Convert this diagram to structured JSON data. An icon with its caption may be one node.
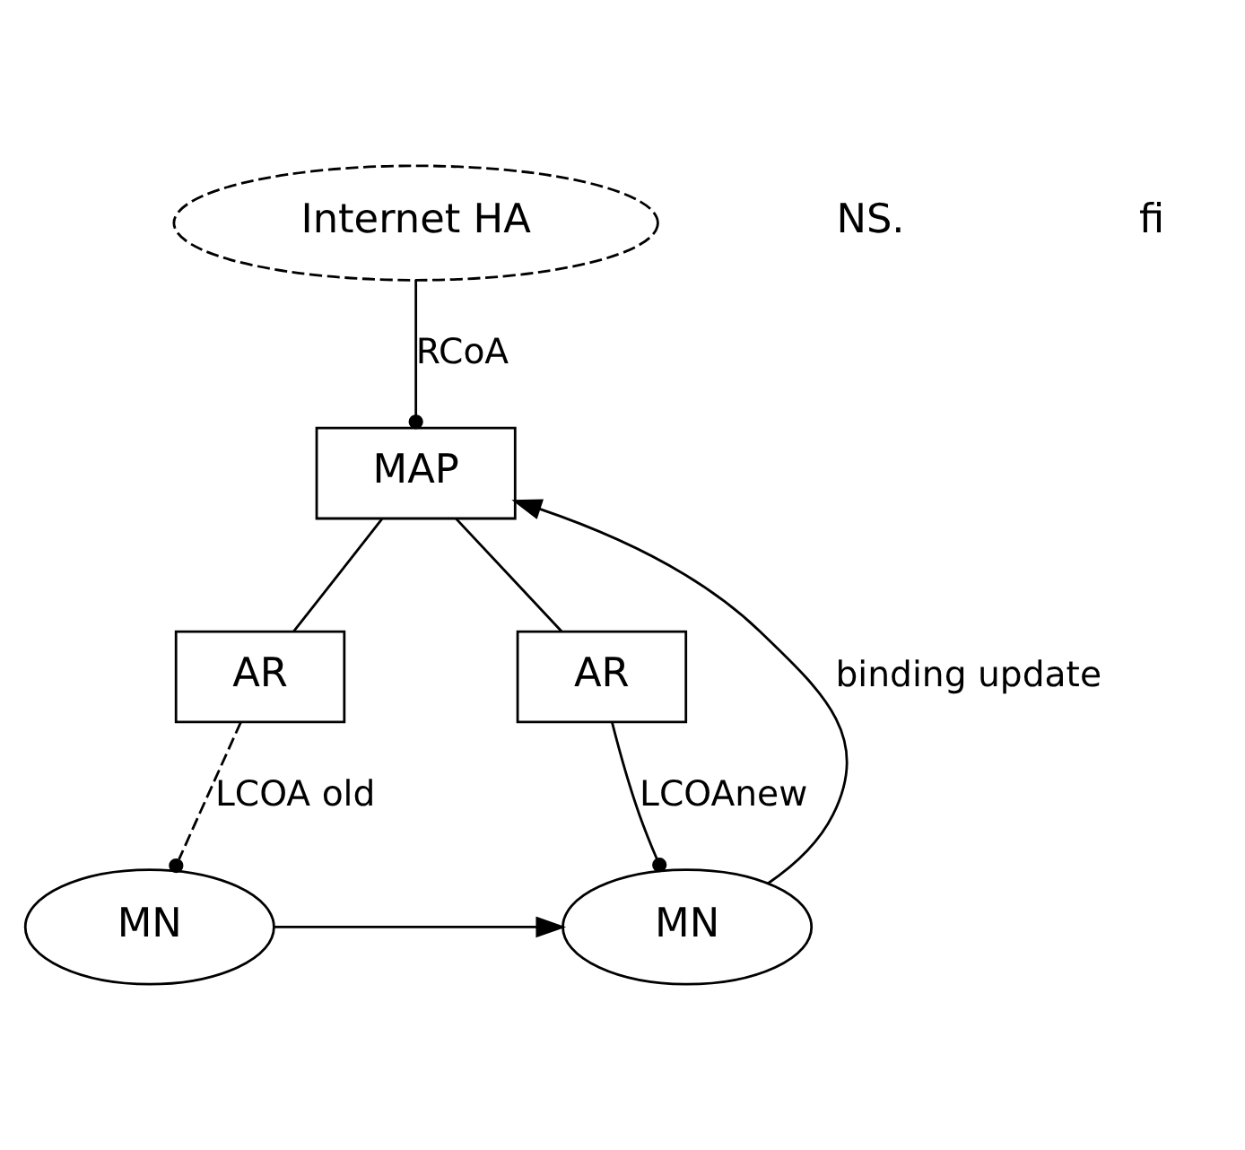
{
  "diagram": {
    "nodes": [
      {
        "text": [
          "Internet HA"
        ]
      },
      {
        "text": [
          "MAP"
        ]
      },
      {
        "text": [
          "AR"
        ]
      },
      {
        "text": [
          "AR"
        ]
      },
      {
        "text": [
          "MN"
        ]
      },
      {
        "text": [
          "MN"
        ]
      }
    ],
    "edges": [
      {
        "from": 0,
        "to": 1,
        "arrow": "other",
        "label": "RCoA"
      },
      {
        "from": 1,
        "to": 2,
        "arrow": "none"
      },
      {
        "from": 1,
        "to": 3,
        "arrow": "none"
      },
      {
        "from": 2,
        "to": 4,
        "arrow": "other",
        "label": "LCOAnew"
      },
      {
        "from": 3,
        "to": 5,
        "arrow": "other",
        "style": "dashed",
        "label": "LCOA old"
      },
      {
        "from": 5,
        "to": 4,
        "arrow": "to"
      },
      {
        "from": 4,
        "to": 1,
        "arrow": "to",
        "label": "binding update"
      }
    ],
    "labels": [
      "NS.",
      "fi"
    ]
  }
}
